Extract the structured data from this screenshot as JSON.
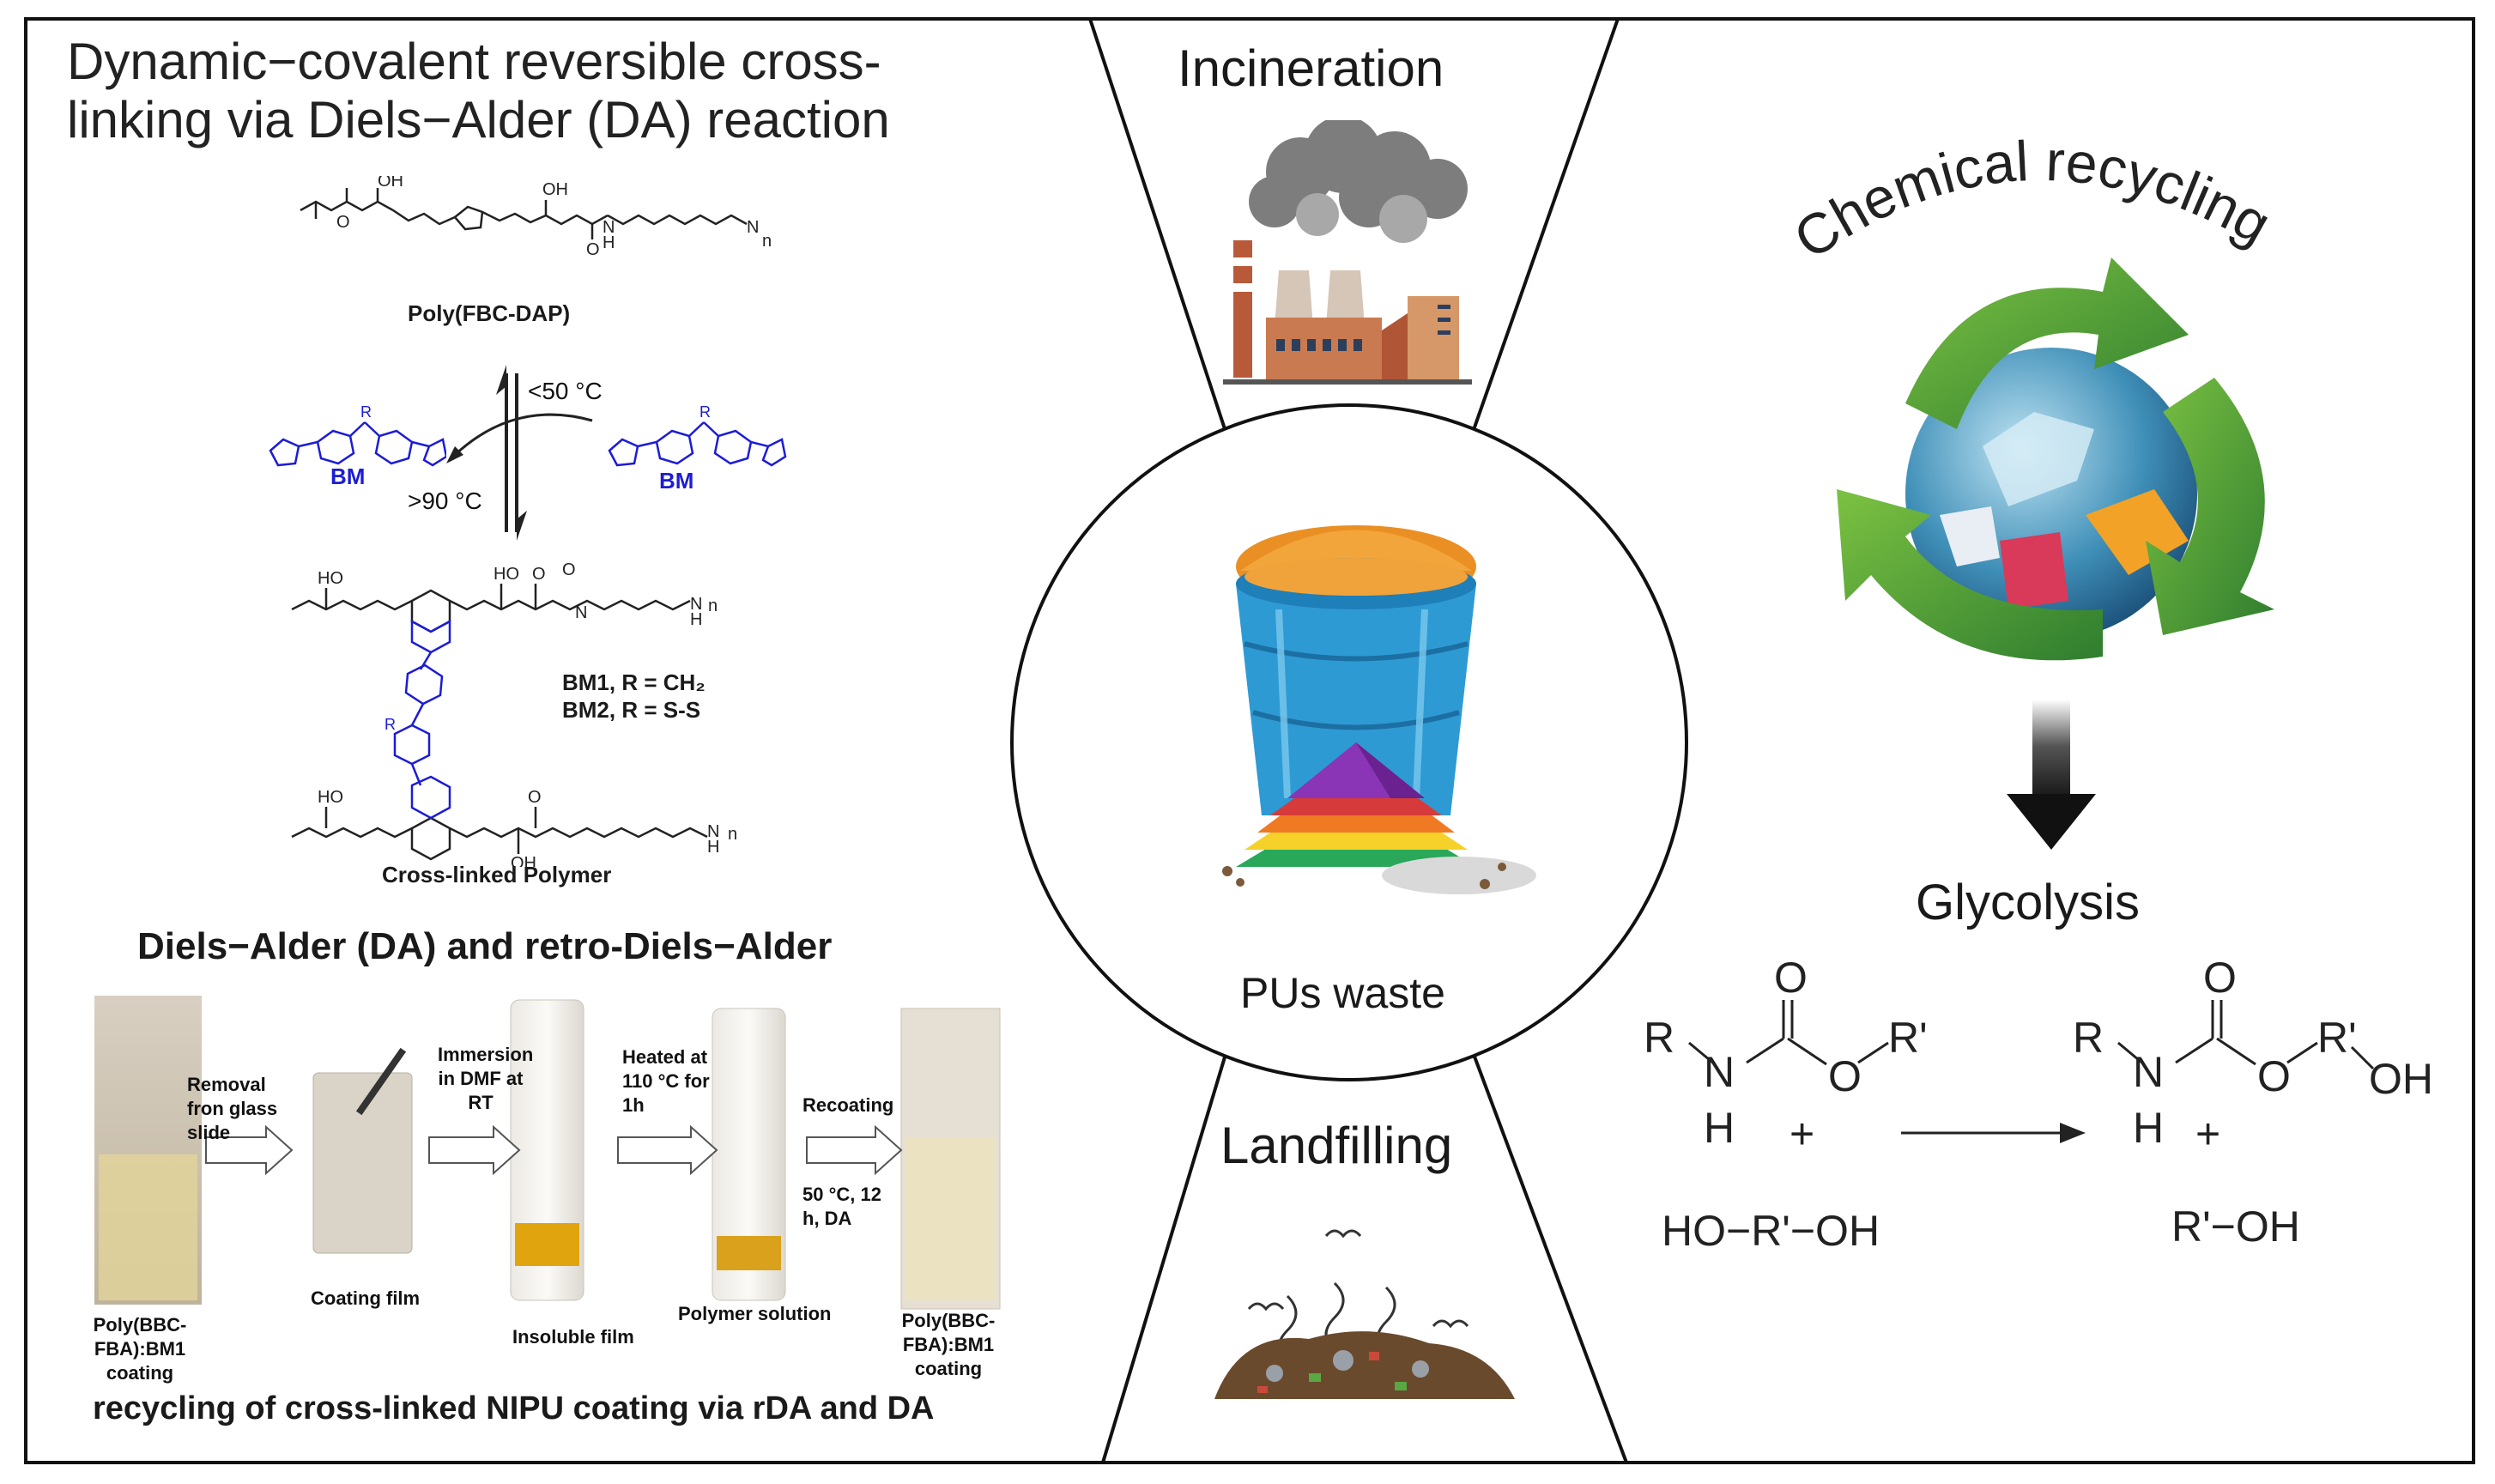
{
  "left_panel": {
    "title": "Dynamic−covalent reversible cross-linking via Diels−Alder (DA) reaction",
    "poly_name": "Poly(FBC-DAP)",
    "cond_low": "<50 °C",
    "cond_high": ">90 °C",
    "bm_label_left": "BM",
    "bm_label_right": "BM",
    "bm1": "BM1, R = CH₂",
    "bm2": "BM2, R = S-S",
    "crosslinked_name": "Cross-linked Polymer",
    "da_heading": "Diels−Alder (DA) and retro-Diels−Alder",
    "steps": {
      "removal": "Removal fron glass slide",
      "immersion": "Immersion in DMF at RT",
      "heated": "Heated at 110 °C for 1h",
      "recoating": "Recoating",
      "recoat_cond": "50 °C, 12 h, DA"
    },
    "captions": {
      "c1": "Poly(BBC-FBA):BM1 coating",
      "c2": "Coating film",
      "c3": "Insoluble film",
      "c4": "Polymer solution",
      "c5": "Poly(BBC-FBA):BM1 coating"
    },
    "footer": "recycling of cross-linked NIPU coating via rDA and DA"
  },
  "center_panel": {
    "incineration": "Incineration",
    "waste": "PUs waste",
    "landfilling": "Landfilling"
  },
  "right_panel": {
    "chem_recycling": "Chemical recycling",
    "glycolysis": "Glycolysis",
    "reactant_R": "R",
    "reactant_N": "N",
    "reactant_H": "H",
    "reactant_O_top": "O",
    "reactant_O": "O",
    "reactant_Rp": "R'",
    "plus1": "+",
    "diol": "HO−R'−OH",
    "product_R": "R",
    "product_N": "N",
    "product_H": "H",
    "product_O_top": "O",
    "product_O": "O",
    "product_Rp": "R'",
    "product_OH": "OH",
    "plus2": "+",
    "alcohol": "R'−OH"
  },
  "colors": {
    "border": "#111111",
    "bm_blue": "#1c1cd6",
    "recycle_green": "#4fa33a",
    "arrow_dark": "#1a1a1a"
  }
}
